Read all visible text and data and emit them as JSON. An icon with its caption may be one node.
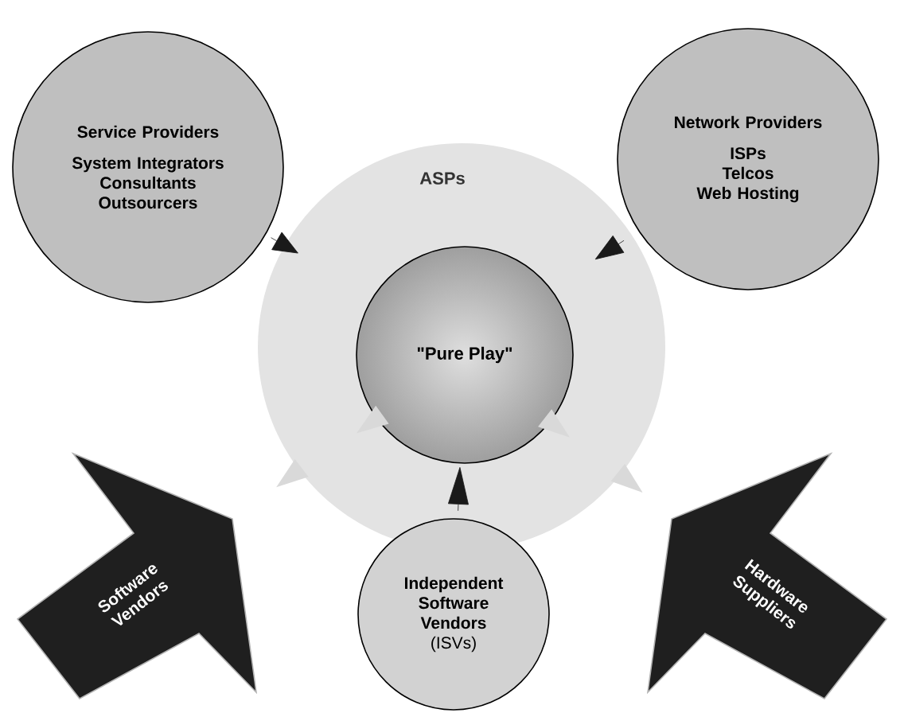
{
  "diagram": {
    "nodes": [
      {
        "text": [
          "Service Providers",
          "System Integrators",
          "Consultants",
          "Outsourcers"
        ]
      },
      {
        "text": [
          "Network Providers",
          "ISPs",
          "Telcos",
          "Web Hosting"
        ]
      },
      {
        "text": [
          "ASPs"
        ]
      },
      {
        "text": [
          "\"Pure Play\""
        ],
        "in": 2
      },
      {
        "text": [
          "Software Vendors"
        ]
      },
      {
        "text": [
          "Independent Software Vendors",
          "(ISVs)"
        ]
      },
      {
        "text": [
          "Hardware Suppliers"
        ]
      }
    ],
    "edges": [
      {
        "from": 0,
        "to": 2,
        "arrow": "to",
        "color": "#1a1a1a"
      },
      {
        "from": 1,
        "to": 2,
        "arrow": "to",
        "color": "#1a1a1a"
      },
      {
        "from": 5,
        "to": 3,
        "arrow": "to",
        "color": "#1a1a1a"
      }
    ]
  }
}
